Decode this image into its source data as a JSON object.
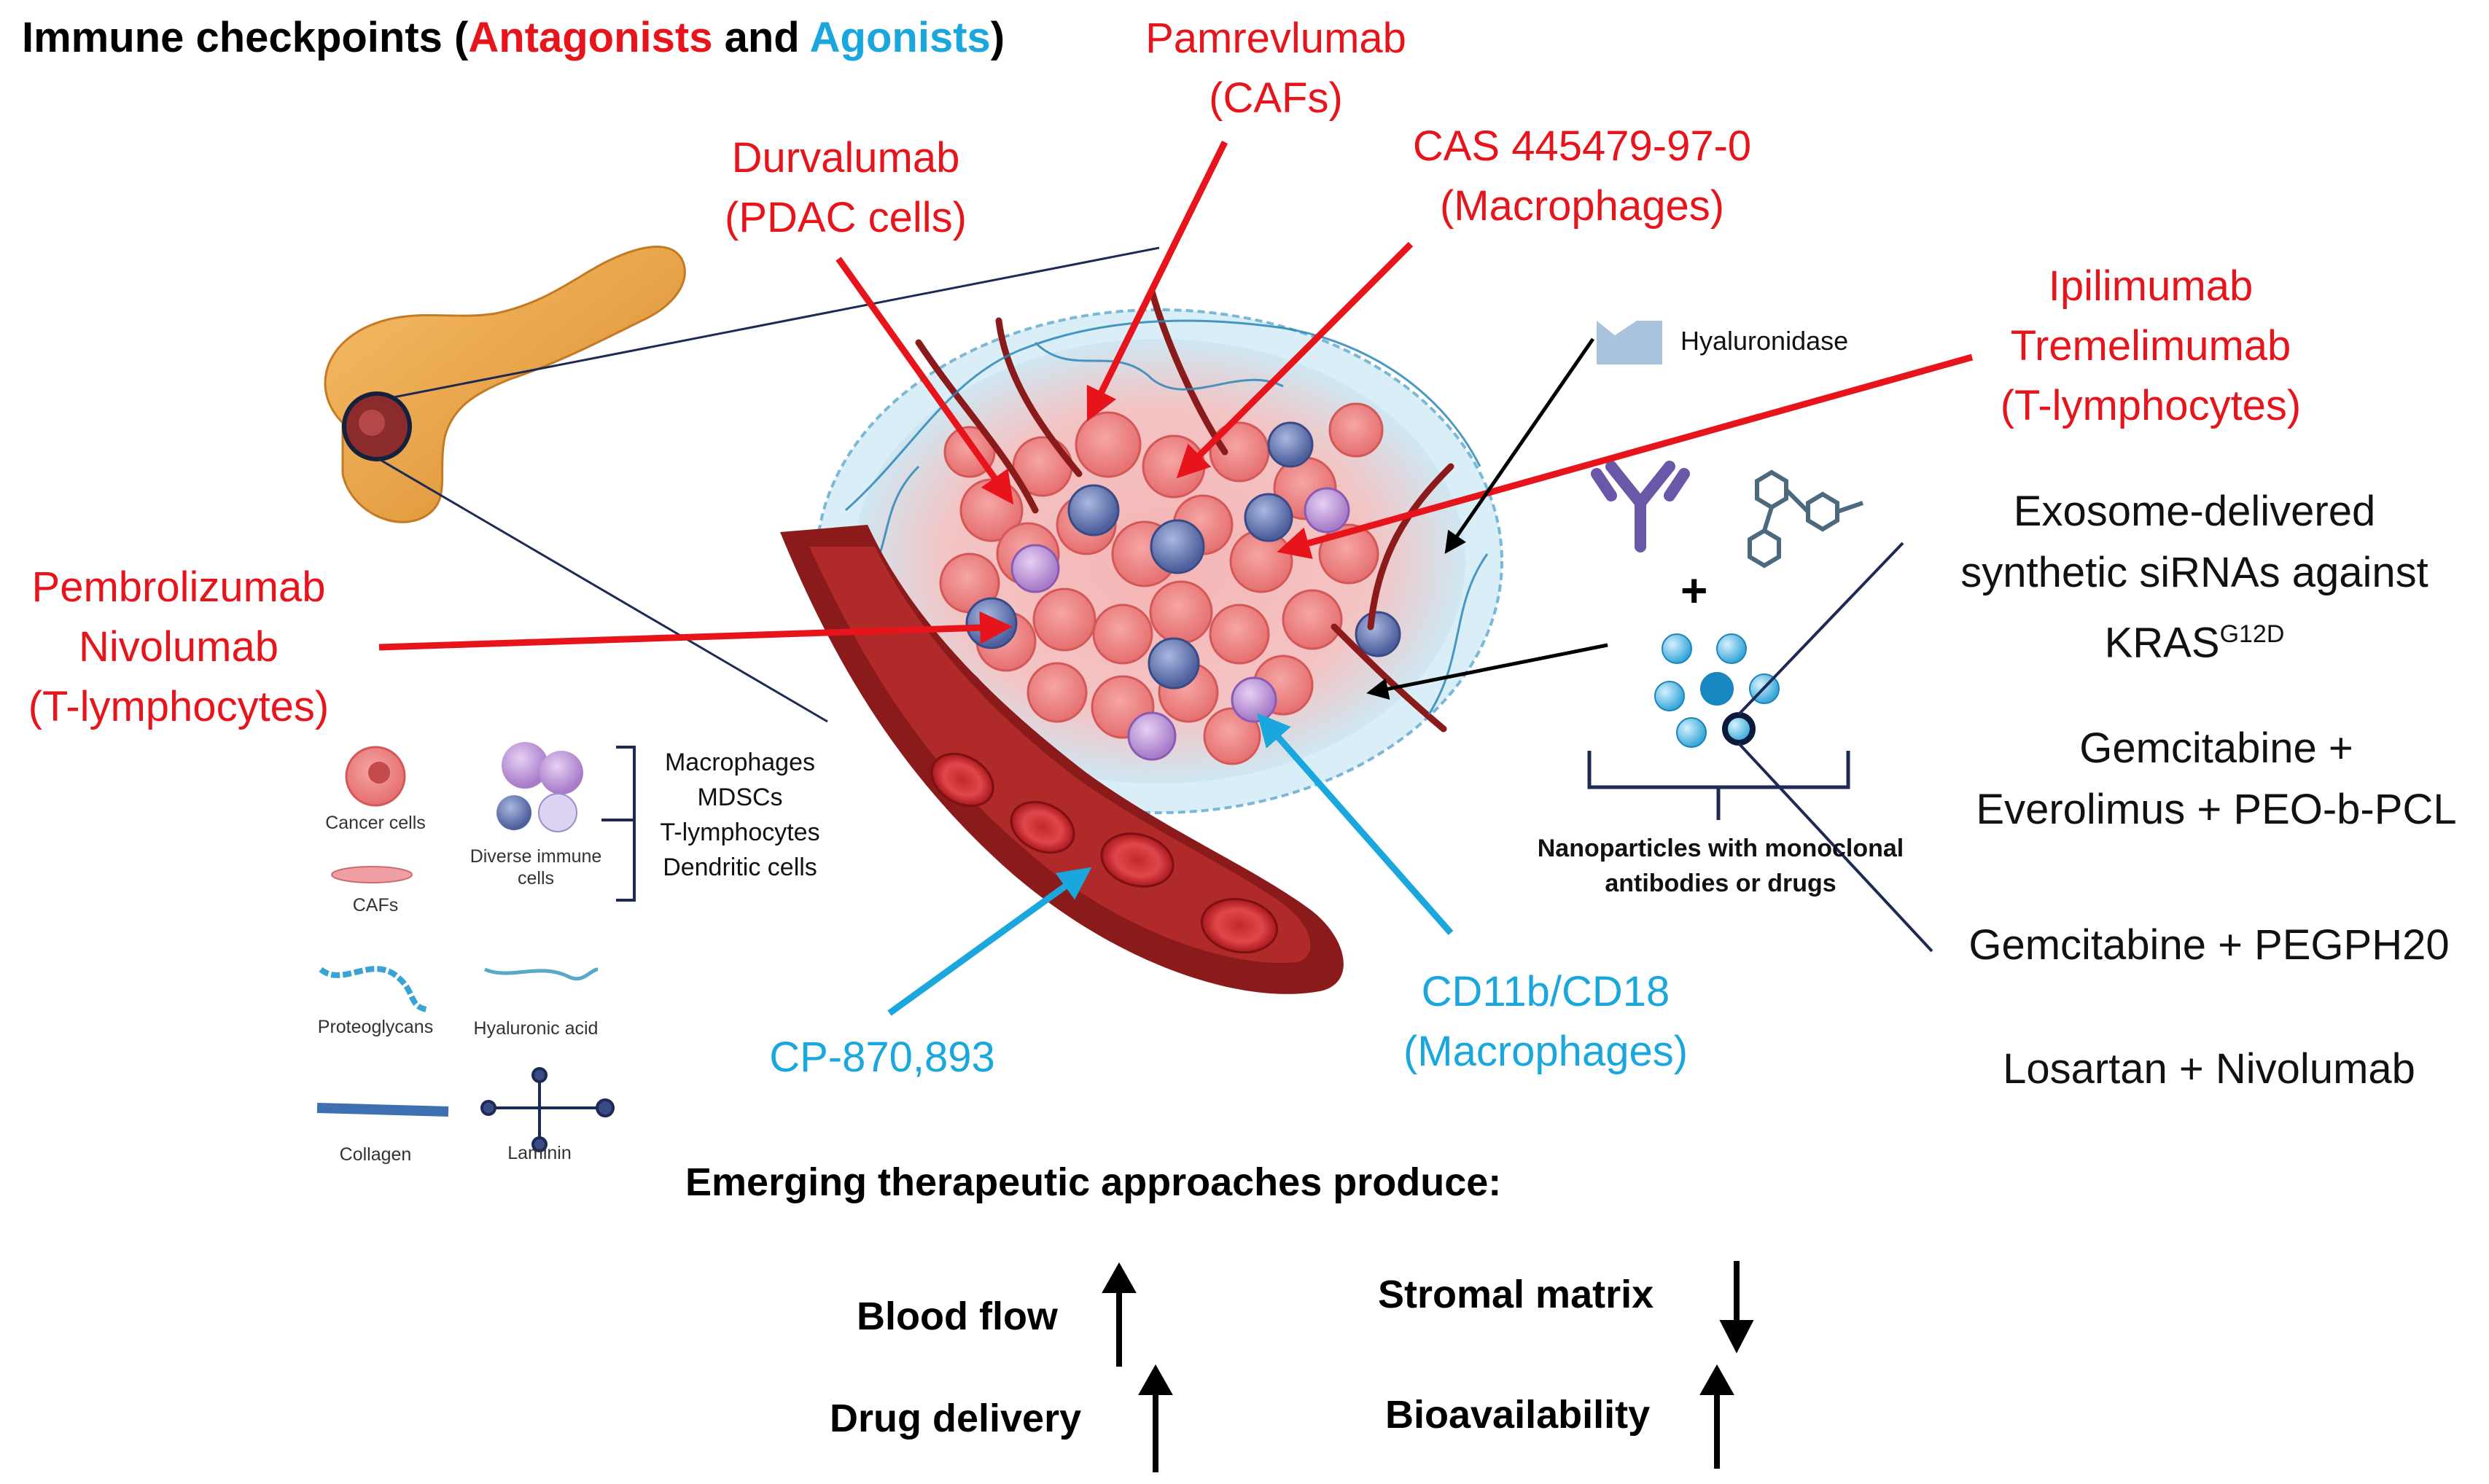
{
  "title": {
    "prefix": "Immune checkpoints (",
    "antagonists": "Antagonists",
    "and": " and ",
    "agonists": "Agonists",
    "suffix": ")"
  },
  "antagonists": {
    "pamrevlumab": [
      "Pamrevlumab",
      "(CAFs)"
    ],
    "durvalumab": [
      "Durvalumab",
      "(PDAC cells)"
    ],
    "cas": [
      "CAS 445479-97-0",
      "(Macrophages)"
    ],
    "ipilimumab": [
      "Ipilimumab",
      "Tremelimumab",
      "(T-lymphocytes)"
    ],
    "pembrolizumab": [
      "Pembrolizumab",
      "Nivolumab",
      "(T-lymphocytes)"
    ]
  },
  "agonists": {
    "cp": "CP-870,893",
    "cd11b": [
      "CD11b/CD18",
      "(Macrophages)"
    ]
  },
  "hyaluronidase": "Hyaluronidase",
  "plus": "+",
  "nanoparticles": [
    "Nanoparticles with monoclonal",
    "antibodies or drugs"
  ],
  "therapies": {
    "exosome": [
      "Exosome-delivered",
      "synthetic siRNAs against",
      "KRAS",
      "G12D"
    ],
    "gem_evero": [
      "Gemcitabine +",
      "Everolimus + PEO-b-PCL"
    ],
    "gem_peg": "Gemcitabine + PEGPH20",
    "losartan": "Losartan + Nivolumab"
  },
  "legend": {
    "cancer_cells": "Cancer cells",
    "cafs": "CAFs",
    "diverse_immune": [
      "Diverse immune",
      "cells"
    ],
    "immune_list": [
      "Macrophages",
      "MDSCs",
      "T-lymphocytes",
      "Dendritic cells"
    ],
    "proteoglycans": "Proteoglycans",
    "hyaluronic_acid": "Hyaluronic acid",
    "collagen": "Collagen",
    "laminin": "Laminin"
  },
  "emerging": {
    "heading": "Emerging therapeutic approaches produce:",
    "blood_flow": "Blood flow",
    "drug_delivery": "Drug delivery",
    "stromal_matrix": "Stromal matrix",
    "bioavailability": "Bioavailability"
  },
  "colors": {
    "antagonist": "#e8141b",
    "agonist": "#1aa7dd",
    "vessel": "#8b1a1a",
    "tumor": "#f2a0a0"
  }
}
